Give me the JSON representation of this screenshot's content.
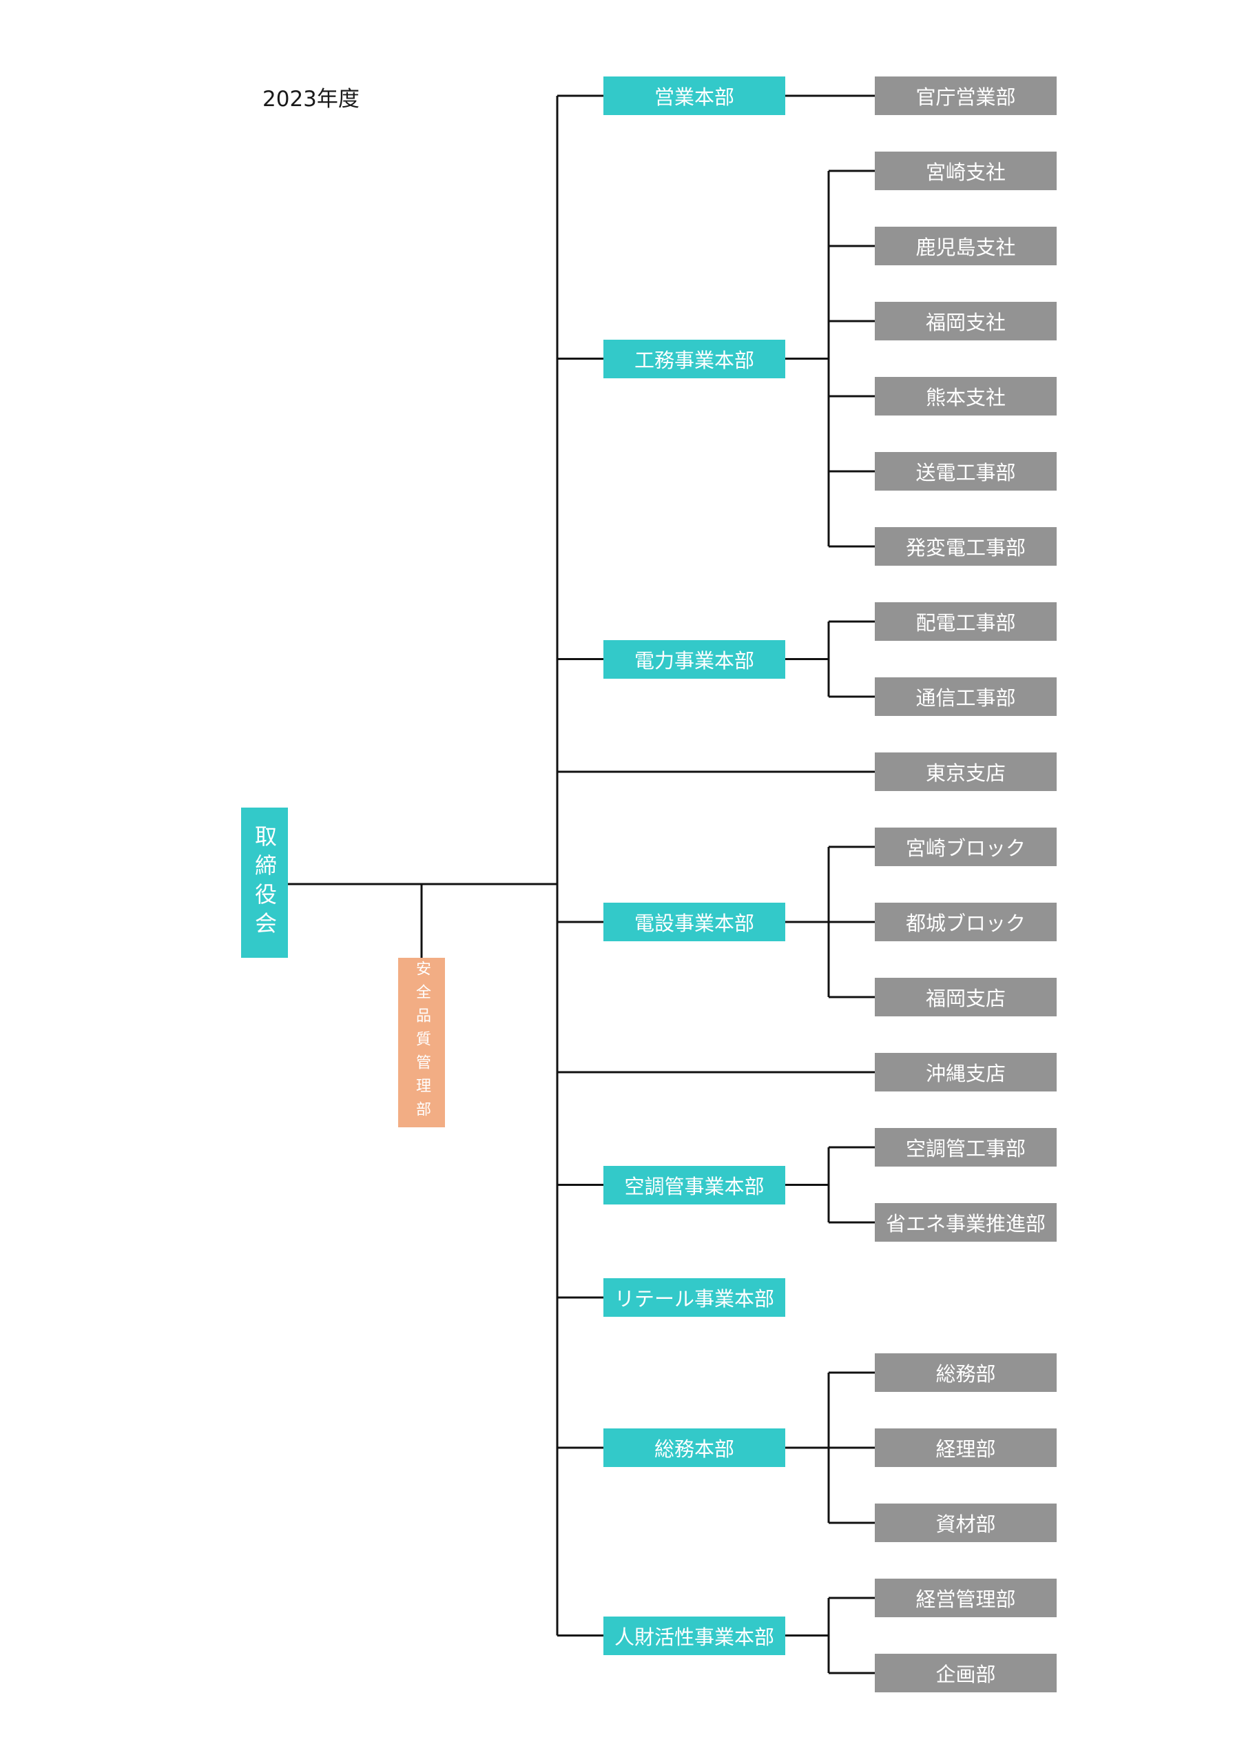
{
  "fiscal_year": "2023年度",
  "board": "取締役会",
  "safety_dept": "安全品質管理部",
  "colors": {
    "division": "#33c9c9",
    "department": "#939393",
    "safety": "#f2ad84",
    "line": "#111111"
  },
  "divisions": [
    {
      "name": "営業本部",
      "children": [
        "官庁営業部"
      ]
    },
    {
      "name": "工務事業本部",
      "children": [
        "宮崎支社",
        "鹿児島支社",
        "福岡支社",
        "熊本支社",
        "送電工事部",
        "発変電工事部"
      ]
    },
    {
      "name": "電力事業本部",
      "children": [
        "配電工事部",
        "通信工事部"
      ]
    },
    {
      "name": "東京支店",
      "direct": true,
      "children": []
    },
    {
      "name": "電設事業本部",
      "children": [
        "宮崎ブロック",
        "都城ブロック",
        "福岡支店"
      ]
    },
    {
      "name": "沖縄支店",
      "direct": true,
      "children": []
    },
    {
      "name": "空調管事業本部",
      "children": [
        "空調管工事部",
        "省エネ事業推進部"
      ]
    },
    {
      "name": "リテール事業本部",
      "children": []
    },
    {
      "name": "総務本部",
      "children": [
        "総務部",
        "経理部",
        "資材部"
      ]
    },
    {
      "name": "人財活性事業本部",
      "children": [
        "経営管理部",
        "企画部"
      ]
    }
  ]
}
